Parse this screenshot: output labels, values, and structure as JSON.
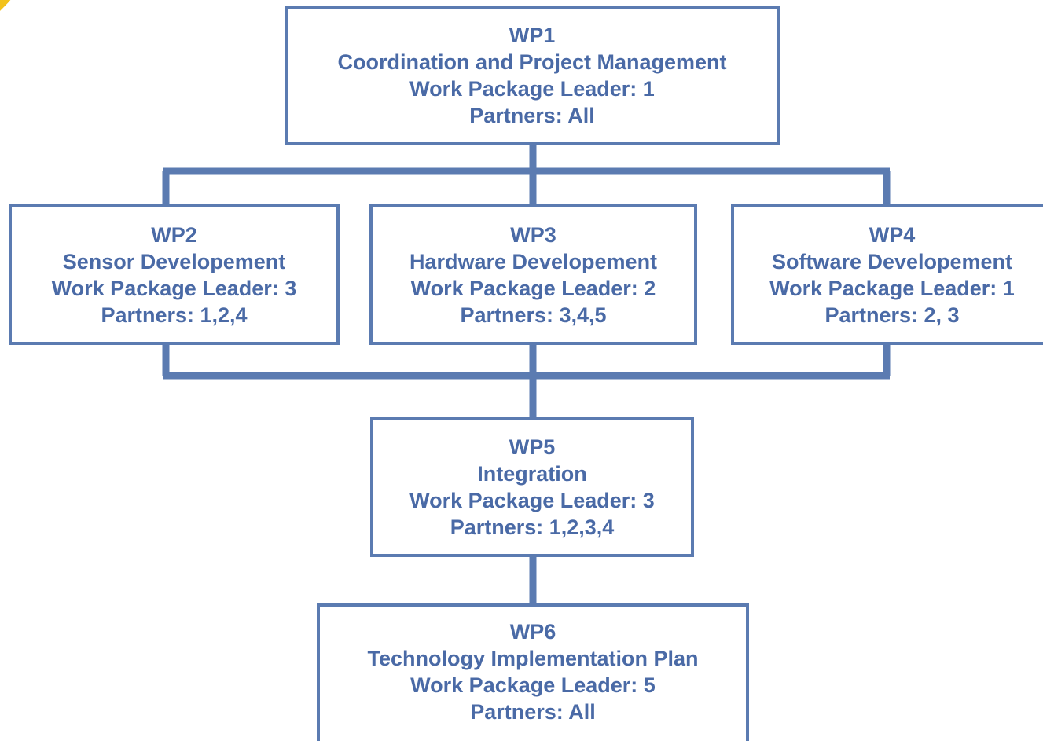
{
  "diagram": {
    "colors": {
      "line": "#5b7bb1",
      "text": "#4a6aa6",
      "border": "#5b7bb1",
      "corner_decoration": "#e8b400"
    },
    "nodes": [
      {
        "id": "wp1",
        "code": "WP1",
        "title": "Coordination and Project Management",
        "leader": "Work Package Leader: 1",
        "partners": "Partners: All"
      },
      {
        "id": "wp2",
        "code": "WP2",
        "title": "Sensor Developement",
        "leader": "Work Package Leader: 3",
        "partners": "Partners: 1,2,4"
      },
      {
        "id": "wp3",
        "code": "WP3",
        "title": "Hardware Developement",
        "leader": "Work Package Leader: 2",
        "partners": "Partners: 3,4,5"
      },
      {
        "id": "wp4",
        "code": "WP4",
        "title": "Software Developement",
        "leader": "Work Package Leader: 1",
        "partners": "Partners: 2, 3"
      },
      {
        "id": "wp5",
        "code": "WP5",
        "title": "Integration",
        "leader": "Work Package Leader: 3",
        "partners": "Partners: 1,2,3,4"
      },
      {
        "id": "wp6",
        "code": "WP6",
        "title": "Technology Implementation Plan",
        "leader": "Work Package Leader: 5",
        "partners": "Partners: All"
      }
    ],
    "edges": [
      {
        "from": "wp1",
        "to": "wp2"
      },
      {
        "from": "wp1",
        "to": "wp3"
      },
      {
        "from": "wp1",
        "to": "wp4"
      },
      {
        "from": "wp2",
        "to": "wp5"
      },
      {
        "from": "wp3",
        "to": "wp5"
      },
      {
        "from": "wp4",
        "to": "wp5"
      },
      {
        "from": "wp5",
        "to": "wp6"
      }
    ]
  }
}
